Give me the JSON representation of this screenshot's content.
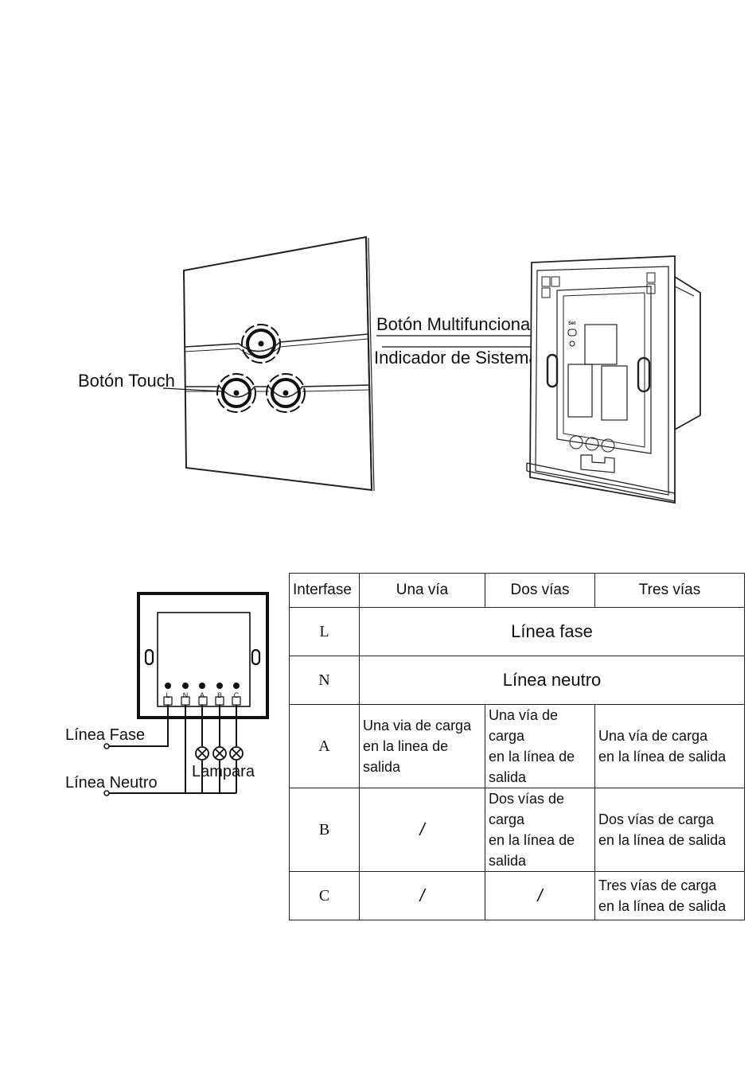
{
  "labels": {
    "touch_button": "Botón Touch",
    "multi_button": "Botón Multifuncional",
    "system_indicator": "Indicador de Sistema",
    "set_label": "Set",
    "line_phase": "Línea Fase",
    "line_neutral": "Línea Neutro",
    "lamp": "Lampara"
  },
  "terminals": [
    "L",
    "N",
    "A",
    "B",
    "C"
  ],
  "table": {
    "header": {
      "interface": "Interfase",
      "one_way": "Una vía",
      "two_way": "Dos vías",
      "three_way": "Tres vías"
    },
    "rows": [
      {
        "label": "L",
        "span_text": "Línea fase"
      },
      {
        "label": "N",
        "span_text": "Línea neutro"
      },
      {
        "label": "A",
        "c1a": "Una via de carga",
        "c1b": "en la linea de salida",
        "c2a": "Una vía de carga",
        "c2b": "en la línea de salida",
        "c3a": "Una vía de carga",
        "c3b": "en la línea de salida"
      },
      {
        "label": "B",
        "c1": "/",
        "c2a": "Dos vías de carga",
        "c2b": "en la línea de salida",
        "c3a": "Dos vías de carga",
        "c3b": "en la línea de salida"
      },
      {
        "label": "C",
        "c1": "/",
        "c2": "/",
        "c3a": "Tres vías de carga",
        "c3b": "en la línea de salida"
      }
    ]
  }
}
